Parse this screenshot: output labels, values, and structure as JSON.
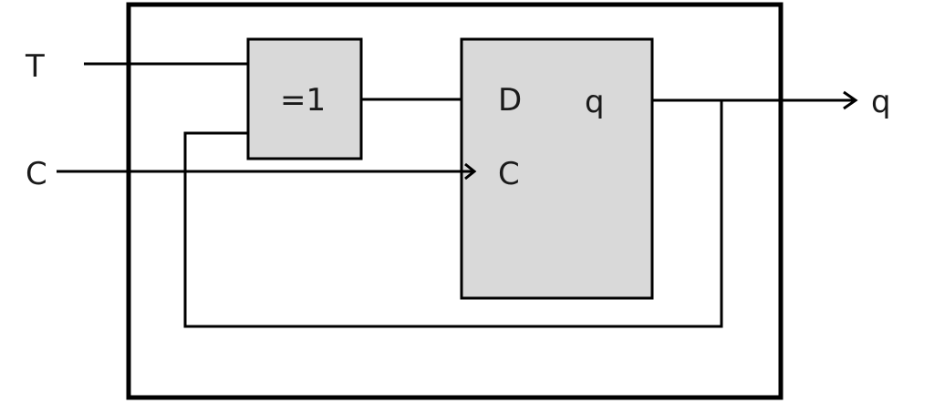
{
  "inputs": {
    "t_label": "T",
    "c_label": "C"
  },
  "xor_gate": {
    "label": "=1"
  },
  "d_flipflop": {
    "d_label": "D",
    "c_label": "C",
    "q_label": "q"
  },
  "output": {
    "q_label": "q"
  },
  "colors": {
    "block_fill": "#d9d9d9",
    "line": "#000000",
    "background": "#ffffff"
  }
}
